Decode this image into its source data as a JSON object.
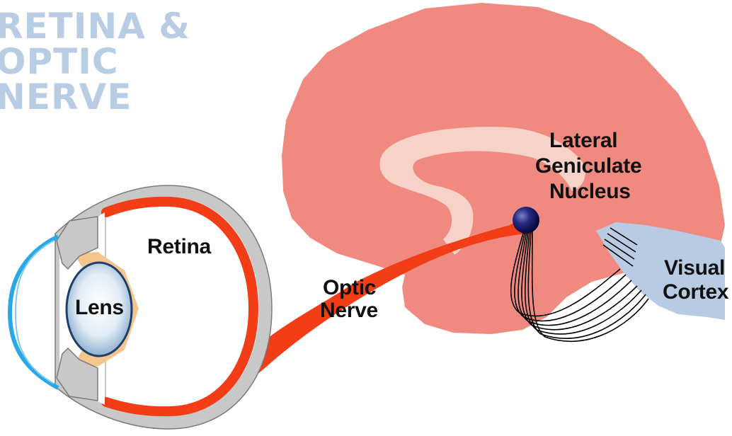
{
  "title": {
    "line1": "RETINA &",
    "line2": "OPTIC",
    "line3": "NERVE"
  },
  "labels": {
    "retina": "Retina",
    "lens": "Lens",
    "optic_line1": "Optic",
    "optic_line2": "Nerve",
    "lgn_line1": "Lateral",
    "lgn_line2": "Geniculate",
    "lgn_line3": "Nucleus",
    "cortex_line1": "Visual",
    "cortex_line2": "Cortex"
  },
  "colors": {
    "title": "#b8cde3",
    "brain": "#f08a80",
    "corpus_callosum": "#f7d2c8",
    "nerve": "#f23d16",
    "visual_cortex": "#b9cbe3",
    "eye_wall": "#c8c8c8",
    "cornea": "#2aa8e6",
    "lens_center": "#ffffff",
    "lens_edge": "#8fb0cf",
    "ciliary": "#f5c58e",
    "nucleus_dark": "#06063d"
  }
}
